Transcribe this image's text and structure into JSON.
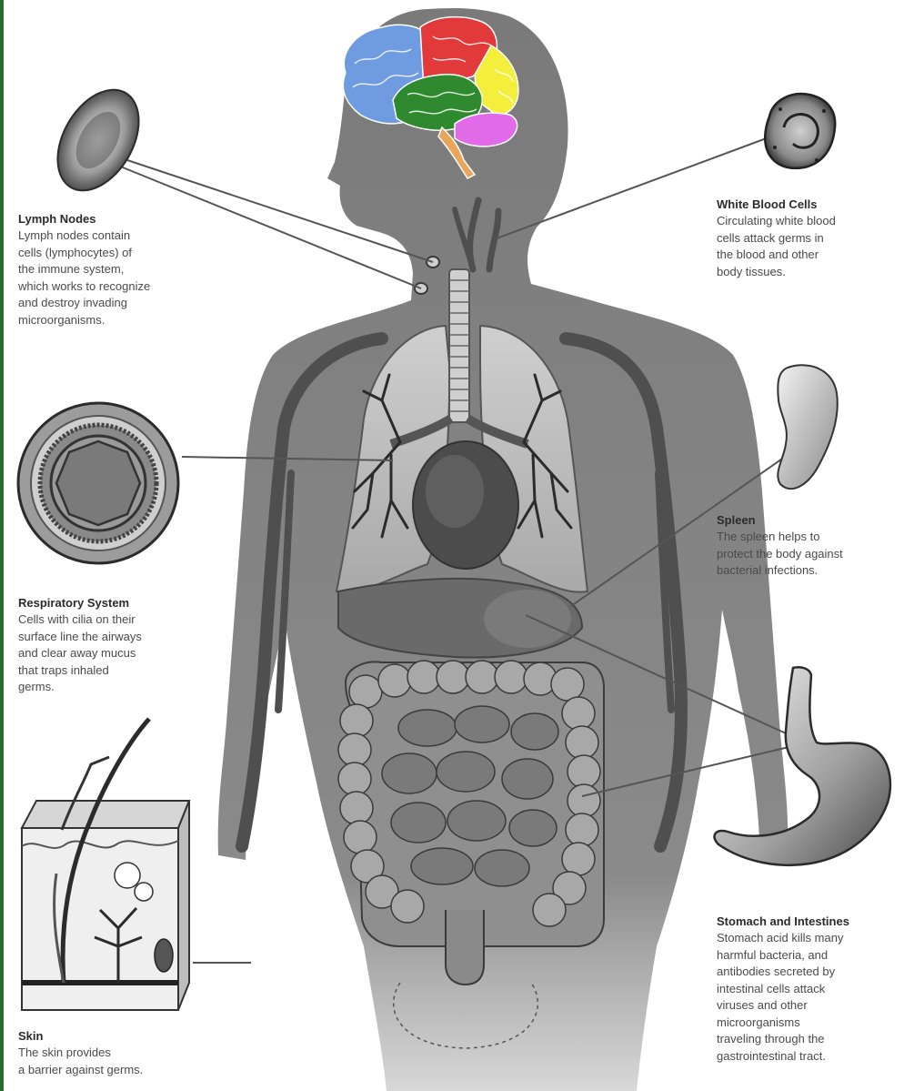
{
  "callouts": {
    "lymph_nodes": {
      "title": "Lymph Nodes",
      "text": "Lymph nodes contain\ncells (lymphocytes) of\nthe immune system,\nwhich works to recognize\nand destroy invading\nmicroorganisms."
    },
    "white_blood_cells": {
      "title": "White Blood Cells",
      "text": "Circulating white blood\ncells attack germs in\nthe blood and other\nbody tissues."
    },
    "respiratory_system": {
      "title": "Respiratory System",
      "text": "Cells with cilia on their\nsurface line the airways\nand clear away mucus\nthat traps inhaled\ngerms."
    },
    "spleen": {
      "title": "Spleen",
      "text": "The spleen helps to\nprotect the body against\nbacterial infections."
    },
    "stomach_intestines": {
      "title": "Stomach and Intestines",
      "text": "Stomach acid kills many\nharmful bacteria, and\nantibodies secreted by\nintestinal cells attack\nviruses and other\nmicroorganisms\ntraveling through the\ngastrointestinal tract."
    },
    "skin": {
      "title": "Skin",
      "text": "The skin provides\na barrier against germs."
    }
  },
  "colors": {
    "body": "#7e7e7e",
    "organ_dark": "#5a5a5a",
    "organ_light": "#b9b9b9",
    "line": "#555555",
    "brain_frontal": "#6f9be0",
    "brain_parietal": "#e23a3a",
    "brain_occipital": "#f4ef3a",
    "brain_temporal": "#2f8a2f",
    "brain_cerebellum": "#e06ae8",
    "brain_stem": "#e9a55a"
  }
}
